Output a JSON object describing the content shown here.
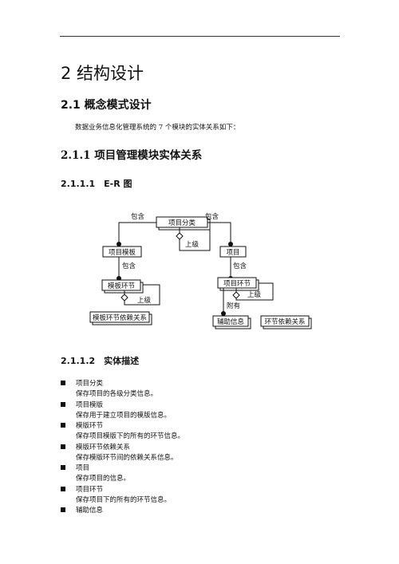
{
  "chapter_title": "2 结构设计",
  "section_title": "2.1 概念模式设计",
  "intro_text": "数据业务信息化管理系统的 7 个模块的实体关系如下：",
  "subsection_title": "2.1.1 项目管理模块实体关系",
  "er_heading": "2.1.1.1　E-R 图",
  "desc_heading": "2.1.1.2　实体描述",
  "er_diagram": {
    "entities": {
      "project_category": "项目分类",
      "template": "项目模板",
      "template_step": "模板环节",
      "template_step_dependency": "模板环节依赖关系",
      "project": "项目",
      "project_step": "项目环节",
      "auxiliary_info": "辅助信息",
      "step_dependency": "环节依赖关系"
    },
    "relations": {
      "contains_left": "包含",
      "contains_right": "包含",
      "parent_category": "上级",
      "contains_template": "包含",
      "parent_template_step": "上级",
      "contains_project": "包含",
      "parent_project_step": "上级",
      "attached": "附有"
    }
  },
  "entity_list": [
    {
      "title": "项目分类",
      "description": "保存项目的各级分类信息。"
    },
    {
      "title": "项目模版",
      "description": "保存用于建立项目的模版信息。"
    },
    {
      "title": "模版环节",
      "description": "保存项目模版下的所有的环节信息。"
    },
    {
      "title": "模版环节依赖关系",
      "description": "保存模版环节间的依赖关系信息。"
    },
    {
      "title": "项目",
      "description": "保存项目的信息。"
    },
    {
      "title": "项目环节",
      "description": "保存项目下的所有的环节信息。"
    },
    {
      "title": "辅助信息",
      "description": ""
    }
  ]
}
